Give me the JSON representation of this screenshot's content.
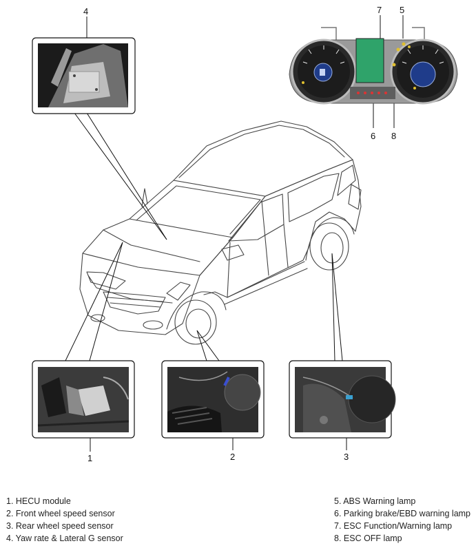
{
  "callouts": {
    "c1": "1",
    "c2": "2",
    "c3": "3",
    "c4": "4",
    "c5": "5",
    "c6": "6",
    "c7": "7",
    "c8": "8"
  },
  "legend": {
    "left": [
      "1. HECU module",
      "2. Front wheel speed sensor",
      "3. Rear wheel speed sensor",
      "4. Yaw rate & Lateral G sensor"
    ],
    "right": [
      "5. ABS Warning lamp",
      "6. Parking brake/EBD warning lamp",
      "7. ESC Function/Warning lamp",
      "8. ESC OFF lamp"
    ]
  },
  "colors": {
    "cluster_display": "#2fa36a",
    "gauge_face": "#1c1c1c",
    "gauge_center": "#1f3c8a"
  }
}
